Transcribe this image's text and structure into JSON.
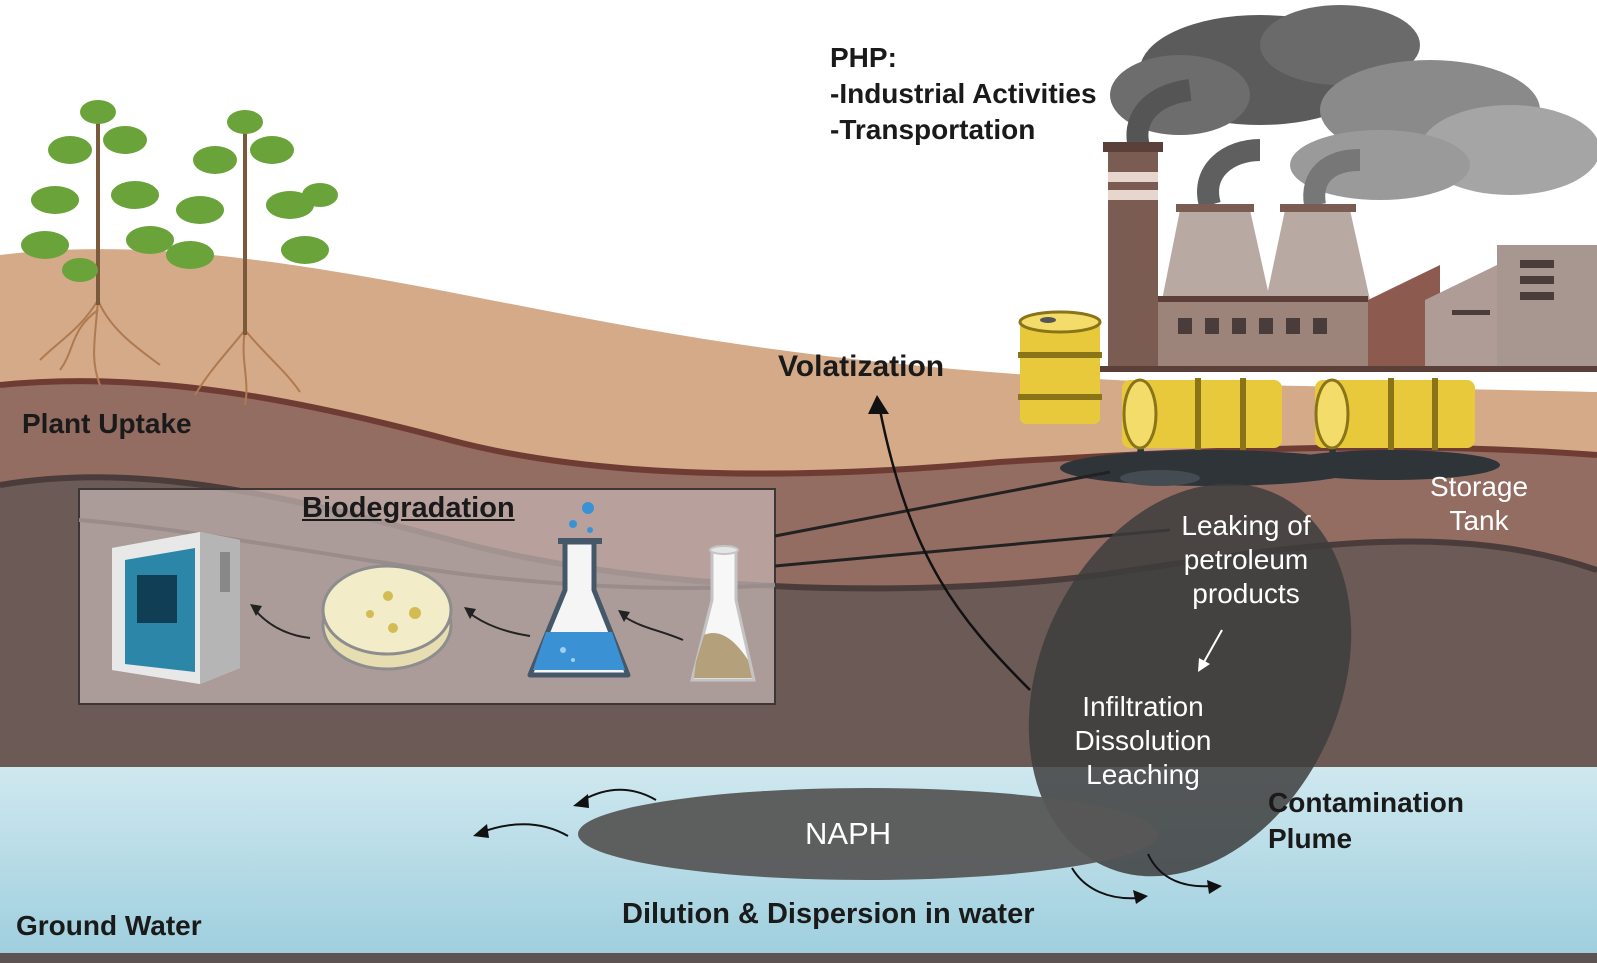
{
  "php": {
    "heading": "PHP:",
    "lines": [
      "-Industrial Activities",
      "-Transportation"
    ]
  },
  "labels": {
    "plant_uptake": "Plant Uptake",
    "volatization": "Volatization",
    "biodegradation": "Biodegradation",
    "storage_tank": [
      "Storage",
      "Tank"
    ],
    "leaking": [
      "Leaking of",
      "petroleum",
      "products"
    ],
    "processes": [
      "Infiltration",
      "Dissolution",
      "Leaching"
    ],
    "naph": "NAPH",
    "plume": [
      "Contamination",
      "Plume"
    ],
    "ground_water": "Ground Water",
    "dilution": "Dilution & Dispersion in water"
  },
  "icons": [
    "tree-icon",
    "factory-icon",
    "smoke-icon",
    "oil-barrel-icon",
    "oil-spill-icon",
    "lab-analyzer-icon",
    "petri-dish-icon",
    "erlenmeyer-flask-icon",
    "soil-sample-flask-icon"
  ],
  "colors": {
    "sky": "#ffffff",
    "topsoil": "#d4aa89",
    "subsoil": "#936c62",
    "deep_soil": "#6b5a56",
    "groundwater": "#c6e4ec",
    "plume": "#3d3d3d",
    "barrel": "#e8c93b",
    "flask_liquid": "#3a92d4"
  }
}
